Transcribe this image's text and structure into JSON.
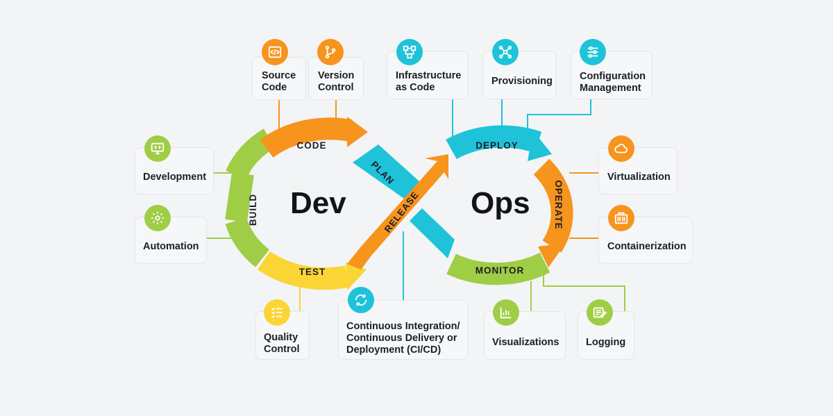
{
  "center": {
    "dev": "Dev",
    "ops": "Ops"
  },
  "stages": {
    "code": "CODE",
    "plan": "PLAN",
    "build": "BUILD",
    "test": "TEST",
    "release": "RELEASE",
    "deploy": "DEPLOY",
    "operate": "OPERATE",
    "monitor": "MONITOR"
  },
  "cards": {
    "source_code": [
      "Source",
      "Code"
    ],
    "version_control": [
      "Version",
      "Control"
    ],
    "infrastructure_as_code": [
      "Infrastructure",
      "as Code"
    ],
    "provisioning": [
      "Provisioning"
    ],
    "configuration_management": [
      "Configuration",
      "Management"
    ],
    "development": [
      "Development"
    ],
    "automation": [
      "Automation"
    ],
    "virtualization": [
      "Virtualization"
    ],
    "containerization": [
      "Containerization"
    ],
    "quality_control": [
      "Quality",
      "Control"
    ],
    "cicd": [
      "Continuous Integration/",
      "Continuous Delivery or",
      "Deployment (CI/CD)"
    ],
    "visualizations": [
      "Visualizations"
    ],
    "logging": [
      "Logging"
    ]
  },
  "icons": {
    "source_code": "code-icon",
    "version_control": "branch-icon",
    "infrastructure_as_code": "flowchart-icon",
    "provisioning": "network-icon",
    "configuration_management": "sliders-icon",
    "development": "monitor-code-icon",
    "automation": "gear-icon",
    "virtualization": "cloud-icon",
    "containerization": "container-icon",
    "quality_control": "checklist-icon",
    "cicd": "refresh-icon",
    "visualizations": "bar-chart-icon",
    "logging": "log-edit-icon"
  },
  "colors": {
    "orange": "#f7941d",
    "teal": "#1ec3d9",
    "green": "#9fcd45",
    "yellow": "#fbd535",
    "background": "#f3f4f6",
    "card": "#f6f7f8"
  }
}
